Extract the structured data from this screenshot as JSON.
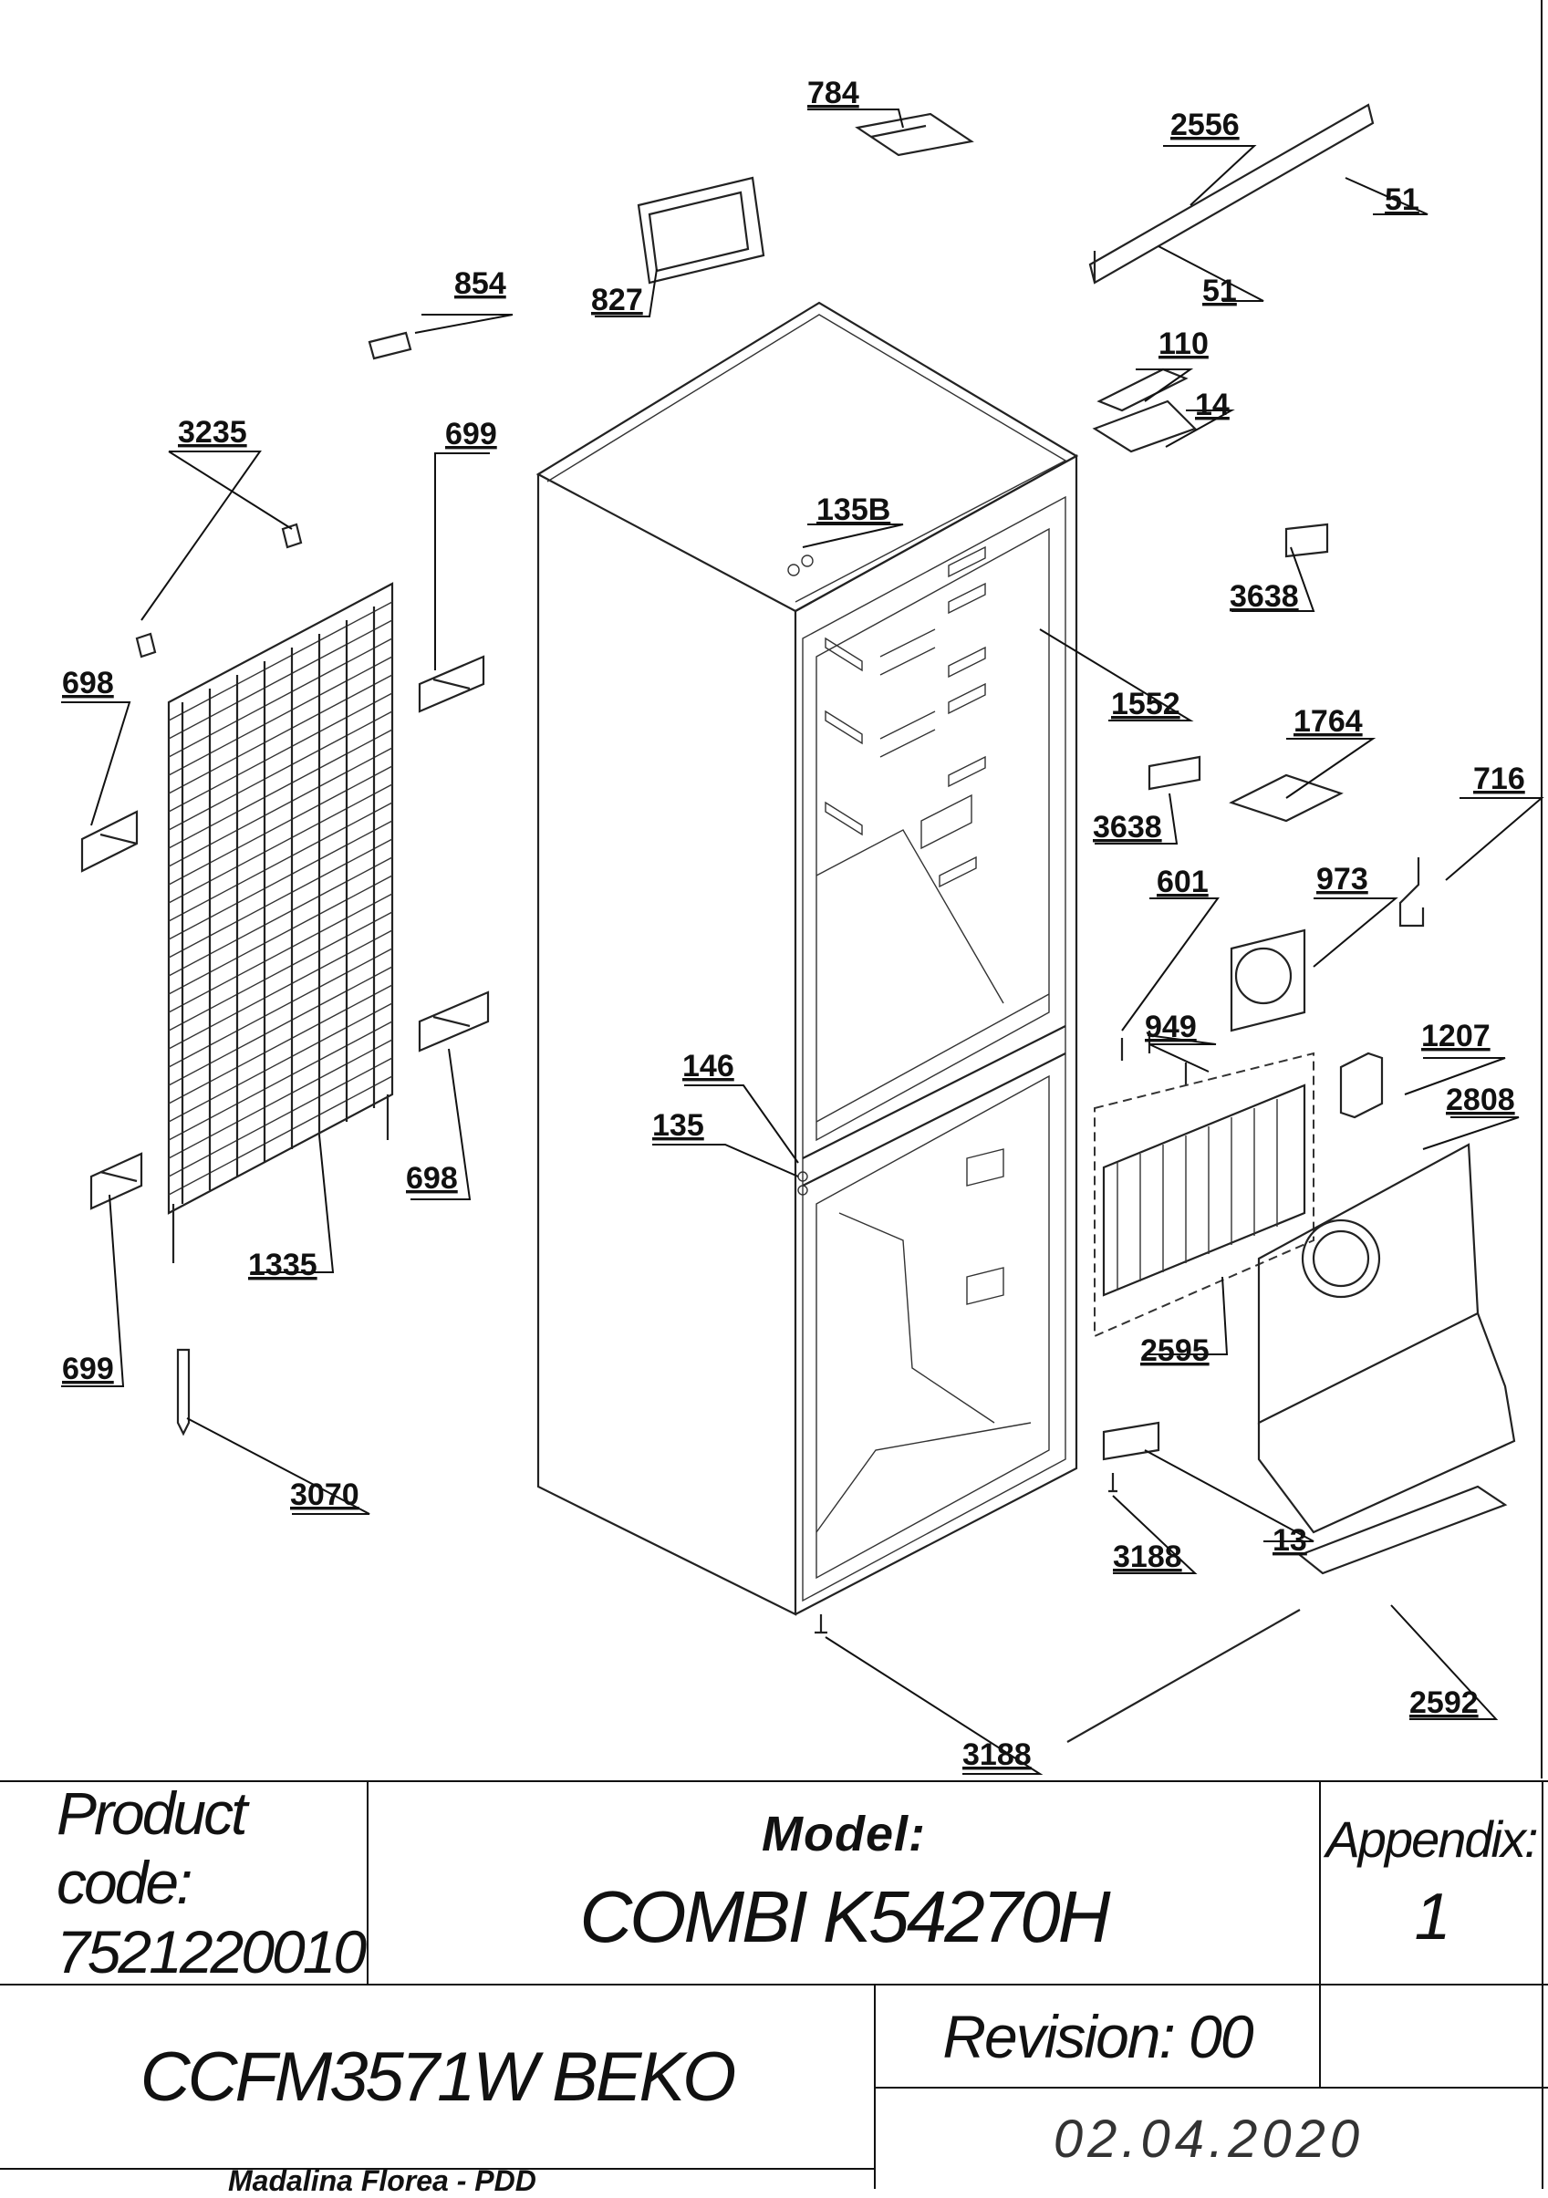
{
  "part_labels": [
    {
      "id": "784",
      "text": "784"
    },
    {
      "id": "2556",
      "text": "2556"
    },
    {
      "id": "51a",
      "text": "51"
    },
    {
      "id": "51b",
      "text": "51"
    },
    {
      "id": "854",
      "text": "854"
    },
    {
      "id": "827",
      "text": "827"
    },
    {
      "id": "110",
      "text": "110"
    },
    {
      "id": "14",
      "text": "14"
    },
    {
      "id": "3235",
      "text": "3235"
    },
    {
      "id": "699a",
      "text": "699"
    },
    {
      "id": "135B",
      "text": "135B"
    },
    {
      "id": "3638a",
      "text": "3638"
    },
    {
      "id": "698a",
      "text": "698"
    },
    {
      "id": "1552",
      "text": "1552"
    },
    {
      "id": "1764",
      "text": "1764"
    },
    {
      "id": "716",
      "text": "716"
    },
    {
      "id": "3638b",
      "text": "3638"
    },
    {
      "id": "601",
      "text": "601"
    },
    {
      "id": "973",
      "text": "973"
    },
    {
      "id": "949",
      "text": "949"
    },
    {
      "id": "1207",
      "text": "1207"
    },
    {
      "id": "146",
      "text": "146"
    },
    {
      "id": "135",
      "text": "135"
    },
    {
      "id": "2808",
      "text": "2808"
    },
    {
      "id": "698b",
      "text": "698"
    },
    {
      "id": "1335",
      "text": "1335"
    },
    {
      "id": "2595",
      "text": "2595"
    },
    {
      "id": "699b",
      "text": "699"
    },
    {
      "id": "3070",
      "text": "3070"
    },
    {
      "id": "13",
      "text": "13"
    },
    {
      "id": "3188a",
      "text": "3188"
    },
    {
      "id": "2592",
      "text": "2592"
    },
    {
      "id": "3188b",
      "text": "3188"
    }
  ],
  "title_block": {
    "product_code_label": "Product code:",
    "product_code": "7521220010",
    "model_label": "Model:",
    "model": "COMBI K54270H",
    "appendix_label": "Appendix:",
    "appendix": "1",
    "brand_model": "CCFM3571W BEKO",
    "revision": "Revision: 00",
    "date": "02.04.2020",
    "author": "Madalina Florea - PDD"
  }
}
